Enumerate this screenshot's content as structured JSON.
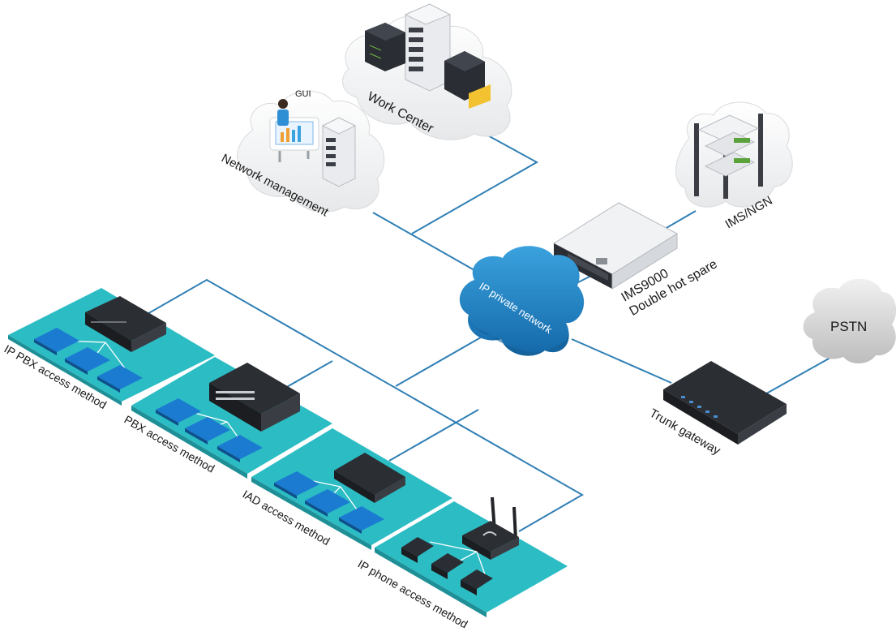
{
  "labels": {
    "work_center": "Work Center",
    "network_management": "Network management",
    "gui": "GUI",
    "ims_ngn": "IMS/NGN",
    "ims9000_line1": "IMS9000",
    "ims9000_line2": "Double hot spare",
    "ip_private_network": "IP private network",
    "pstn": "PSTN",
    "trunk_gateway": "Trunk gateway",
    "ip_pbx_access": "IP PBX access method",
    "pbx_access": "PBX access method",
    "iad_access": "IAD access method",
    "ip_phone_access": "IP phone access method"
  },
  "colors": {
    "link": "#2f7fb5",
    "platform": "#2bbcc4",
    "cloud_ip": "#1f87c9",
    "cloud_gray": "#d9d9d9",
    "device_dark": "#222428",
    "phone_blue": "#1b7bd0"
  }
}
